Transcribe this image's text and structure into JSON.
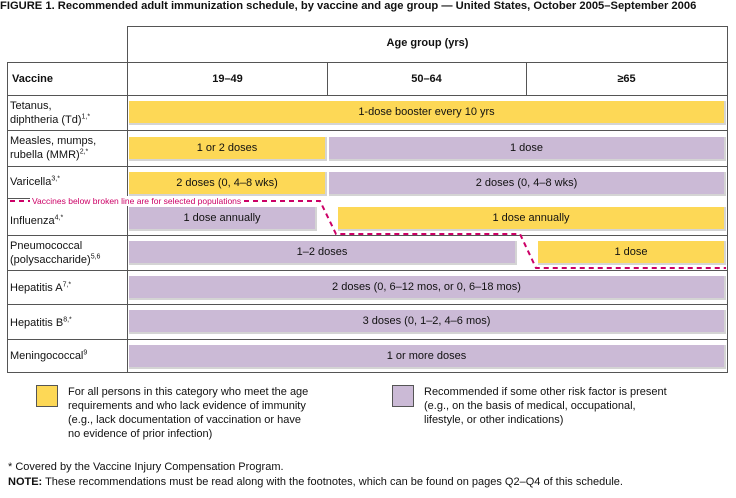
{
  "title": "FIGURE 1. Recommended adult immunization schedule, by vaccine and age group — United States, October 2005–September 2006",
  "table": {
    "group_header": "Age group (yrs)",
    "vaccine_header": "Vaccine",
    "age_groups": [
      "19–49",
      "50–64",
      "≥65"
    ],
    "selected_populations_note": "Vaccines below broken line are for selected populations",
    "rows": [
      {
        "name_lines": [
          "Tetanus,",
          "diphtheria (Td)"
        ],
        "footnote": "1,*",
        "bars": [
          {
            "label": "1-dose booster every 10 yrs",
            "category": "all"
          }
        ]
      },
      {
        "name_lines": [
          "Measles, mumps,",
          "rubella (MMR)"
        ],
        "footnote": "2,*",
        "bars": [
          {
            "label": "1 or 2 doses",
            "category": "all"
          },
          {
            "label": "1 dose",
            "category": "risk"
          }
        ]
      },
      {
        "name_lines": [
          "Varicella"
        ],
        "footnote": "3,*",
        "bars": [
          {
            "label": "2 doses (0, 4–8 wks)",
            "category": "all"
          },
          {
            "label": "2 doses (0, 4–8 wks)",
            "category": "risk"
          }
        ]
      },
      {
        "name_lines": [
          "Influenza"
        ],
        "footnote": "4,*",
        "bars": [
          {
            "label": "1 dose annually",
            "category": "risk"
          },
          {
            "label": "1 dose annually",
            "category": "all"
          }
        ]
      },
      {
        "name_lines": [
          "Pneumococcal",
          "(polysaccharide)"
        ],
        "footnote": "5,6",
        "bars": [
          {
            "label": "1–2 doses",
            "category": "risk"
          },
          {
            "label": "1 dose",
            "category": "all"
          }
        ]
      },
      {
        "name_lines": [
          "Hepatitis A"
        ],
        "footnote": "7,*",
        "bars": [
          {
            "label": "2 doses (0, 6–12 mos, or 0, 6–18 mos)",
            "category": "risk"
          }
        ]
      },
      {
        "name_lines": [
          "Hepatitis B"
        ],
        "footnote": "8,*",
        "bars": [
          {
            "label": "3 doses (0, 1–2, 4–6 mos)",
            "category": "risk"
          }
        ]
      },
      {
        "name_lines": [
          "Meningococcal"
        ],
        "footnote": "9",
        "bars": [
          {
            "label": "1 or more doses",
            "category": "risk"
          }
        ]
      }
    ]
  },
  "legend": {
    "all": {
      "color": "#fdd856",
      "lines": [
        "For all persons in this category who meet the age",
        "requirements and who lack evidence of immunity",
        "(e.g., lack documentation of vaccination or have",
        "no evidence of prior infection)"
      ]
    },
    "risk": {
      "color": "#cbbad6",
      "lines": [
        "Recommended if some other risk factor is present",
        "(e.g., on the basis of medical, occupational,",
        "lifestyle, or other indications)"
      ]
    }
  },
  "footnotes": {
    "vicp": "* Covered by the Vaccine Injury Compensation Program.",
    "note_label": "NOTE:",
    "note_text": " These recommendations must be read along with the footnotes, which can be found on pages Q2–Q4 of this schedule."
  },
  "colors": {
    "all_persons": "#fdd856",
    "risk_factor": "#cbbad6",
    "broken_line": "#cc0066",
    "grid": "#555555"
  }
}
